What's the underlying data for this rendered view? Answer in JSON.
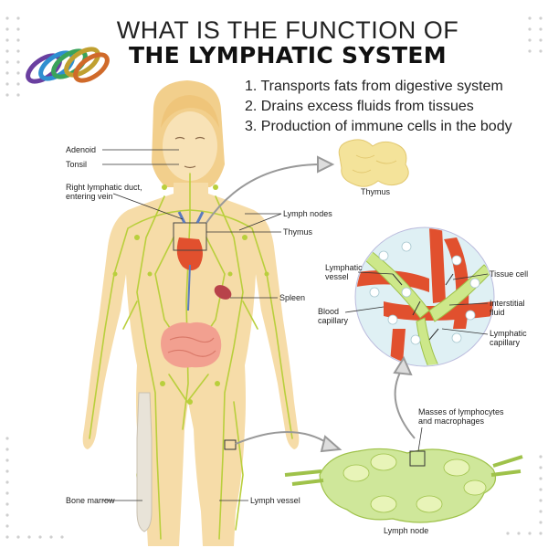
{
  "title": {
    "line1": "WHAT IS THE FUNCTION OF",
    "line2": "THE LYMPHATIC SYSTEM"
  },
  "functions": [
    "1. Transports fats from digestive system",
    "2. Drains excess fluids from tissues",
    "3. Production of immune cells in the body"
  ],
  "labels": {
    "adenoid": "Adenoid",
    "tonsil": "Tonsil",
    "right_duct_l1": "Right lymphatic duct,",
    "right_duct_l2": "entering vein",
    "lymph_nodes": "Lymph nodes",
    "thymus": "Thymus",
    "spleen": "Spleen",
    "bone_marrow": "Bone marrow",
    "lymph_vessel": "Lymph vessel",
    "thymus_inset": "Thymus",
    "lymphatic_vessel_l1": "Lymphatic",
    "lymphatic_vessel_l2": "vessel",
    "blood_capillary_l1": "Blood",
    "blood_capillary_l2": "capillary",
    "tissue_cell": "Tissue cell",
    "interstitial_l1": "Interstitial",
    "interstitial_l2": "fluid",
    "lymphatic_capillary_l1": "Lymphatic",
    "lymphatic_capillary_l2": "capillary",
    "masses_l1": "Masses of lymphocytes",
    "masses_l2": "and macrophages",
    "lymph_node": "Lymph node"
  },
  "colors": {
    "skin": "#f6dca8",
    "hair": "#f2cf8c",
    "lymph": "#b9cf3c",
    "vessel_red": "#e1502e",
    "node_green": "#cfe79a",
    "thymus": "#f4e39a"
  },
  "icons": {
    "ring_product": "mood-ring-stack-icon"
  }
}
